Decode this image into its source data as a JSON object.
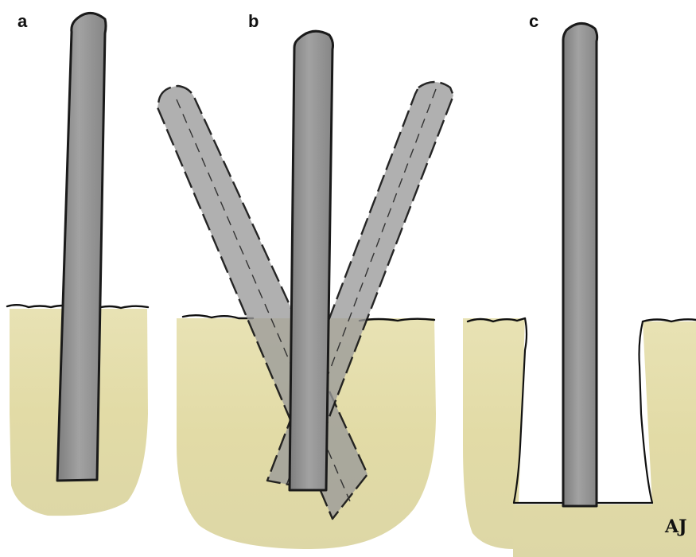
{
  "panels": [
    {
      "id": "a",
      "label": "a"
    },
    {
      "id": "b",
      "label": "b"
    },
    {
      "id": "c",
      "label": "c"
    }
  ],
  "signature": {
    "text": "AJ"
  },
  "colors": {
    "soil_fill": "#e4deac",
    "soil_fill_highlight": "#ece6b0",
    "post_fill": "#8e8e8e",
    "post_fill_light": "#a9a9a9",
    "outline": "#111111",
    "background": "#ffffff"
  }
}
